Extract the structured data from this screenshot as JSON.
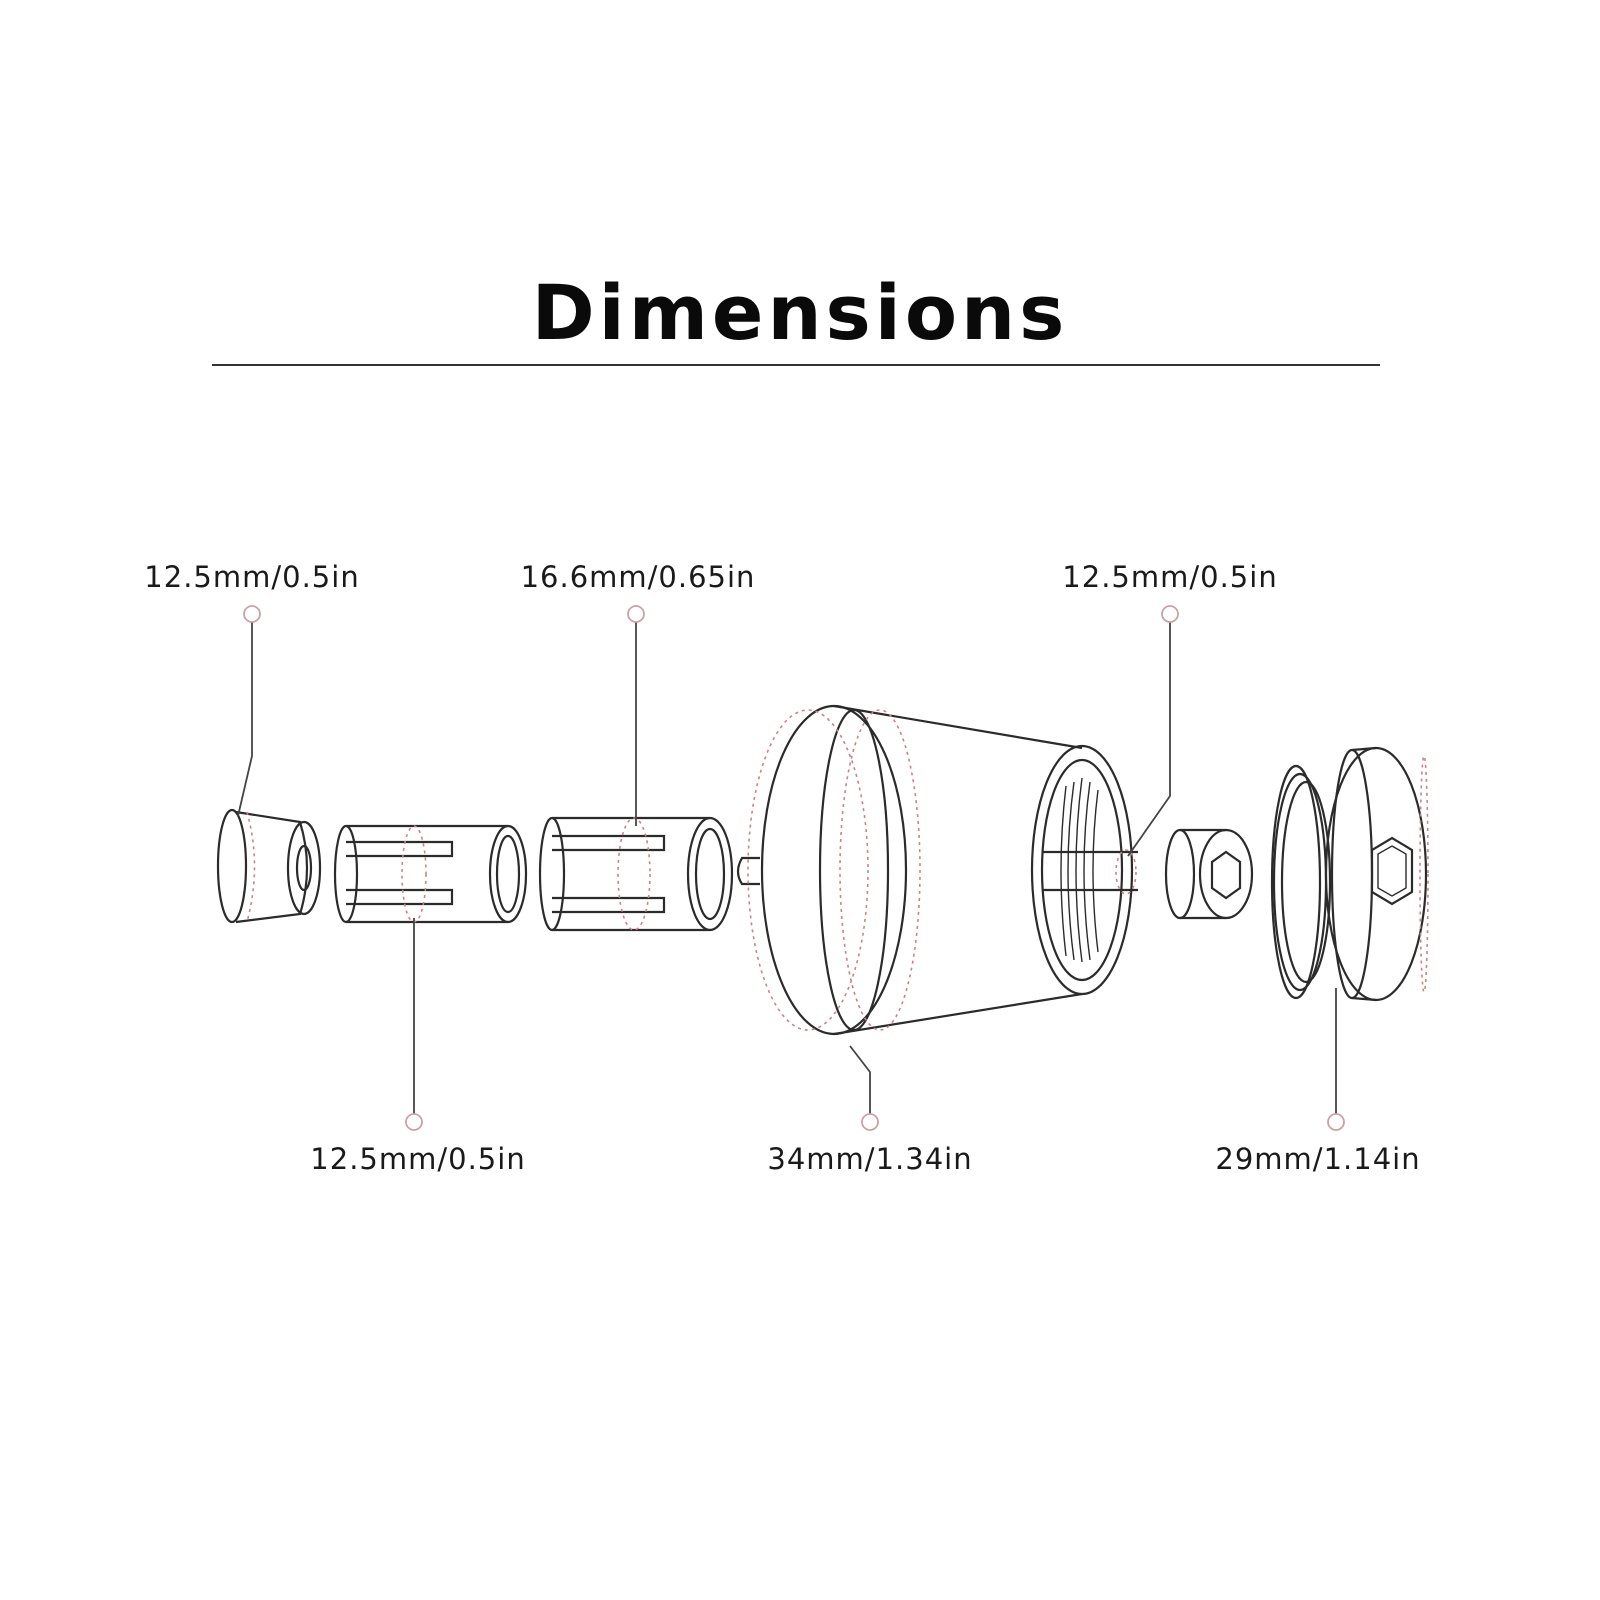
{
  "title": "Dimensions",
  "labels": {
    "tip_cap": "12.5mm/0.5in",
    "slotted_sleeve_short": "12.5mm/0.5in",
    "slotted_sleeve_long": "16.6mm/0.65in",
    "cone_body": "34mm/1.34in",
    "hex_bolt": "12.5mm/0.5in",
    "end_cap": "29mm/1.14in"
  },
  "colors": {
    "outline": "#2b2b2b",
    "leader_line": "#444444",
    "dotted_guide": "#c9848a",
    "marker": "#c9a3a6"
  }
}
